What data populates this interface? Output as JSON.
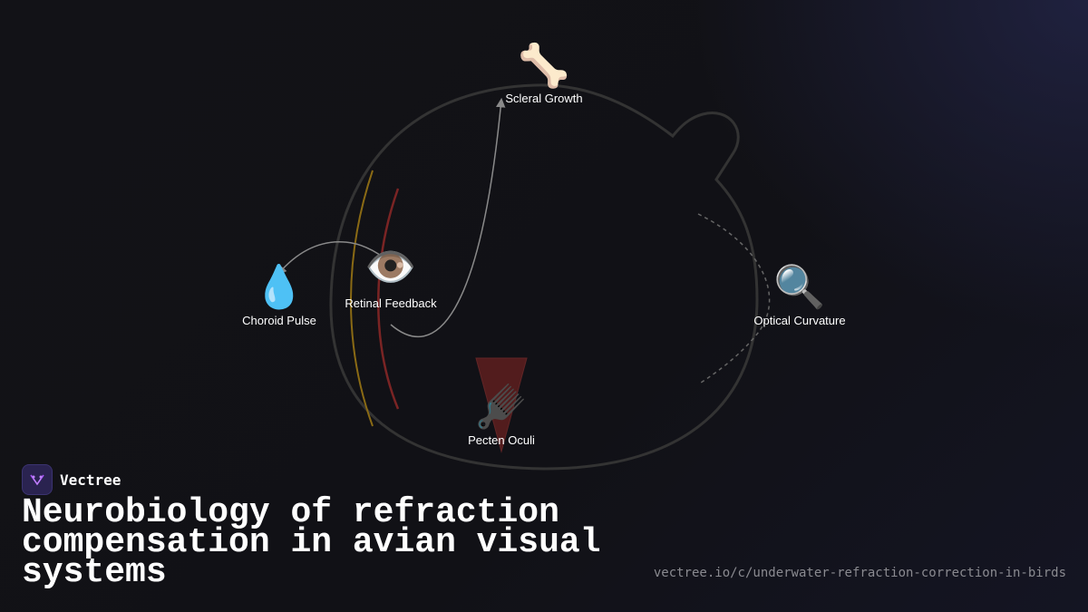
{
  "nodes": [
    {
      "id": "scleral",
      "icon": "🦴",
      "icon_name": "bone-icon",
      "label": "Scleral Growth"
    },
    {
      "id": "retinal",
      "icon": "👁️",
      "icon_name": "eye-icon",
      "label": "Retinal Feedback"
    },
    {
      "id": "choroid",
      "icon": "💧",
      "icon_name": "droplet-icon",
      "label": "Choroid Pulse"
    },
    {
      "id": "optical",
      "icon": "🔍",
      "icon_name": "magnifier-icon",
      "label": "Optical Curvature"
    },
    {
      "id": "pecten",
      "icon": "🪮",
      "icon_name": "comb-icon",
      "label": "Pecten Oculi"
    }
  ],
  "colors": {
    "background": "#111116",
    "outline": "#333333",
    "arrow": "#8a8a8a",
    "yellow_curve": "#8a6a14",
    "red_curve": "#7a2424",
    "pecten_fill": "#5a1e1e",
    "brand_accent": "#a855f7"
  },
  "brand": {
    "name": "Vectree",
    "logo_icon": "vectree-logo-icon"
  },
  "title": "Neurobiology of refraction compensation in avian visual systems",
  "url": "vectree.io/c/underwater-refraction-correction-in-birds"
}
